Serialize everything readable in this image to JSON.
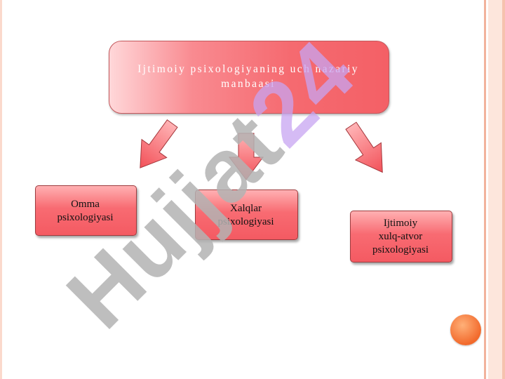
{
  "diagram": {
    "title": "Ijtimoiy psixologiyaning uch nazariy manbaasi",
    "nodes": [
      {
        "id": "omma",
        "label_line1": "Omma",
        "label_line2": "psixologiyasi"
      },
      {
        "id": "xalqlar",
        "label_line1": "Xalqlar",
        "label_line2": "psixologiyasi"
      },
      {
        "id": "xulq",
        "label_line1": "Ijtimoiy",
        "label_line2": "xulq-atvor",
        "label_line3": "psixologiyasi"
      }
    ]
  },
  "watermark": {
    "text": "Hujjat24"
  },
  "colors": {
    "box_fill": "#f56a70",
    "box_border": "#9d3b3e",
    "arrow_fill": "#f46066",
    "accent_dot": "#f26a2c",
    "watermark_gray": "#b3b3b3",
    "watermark_violet": "#c7a4f2"
  }
}
